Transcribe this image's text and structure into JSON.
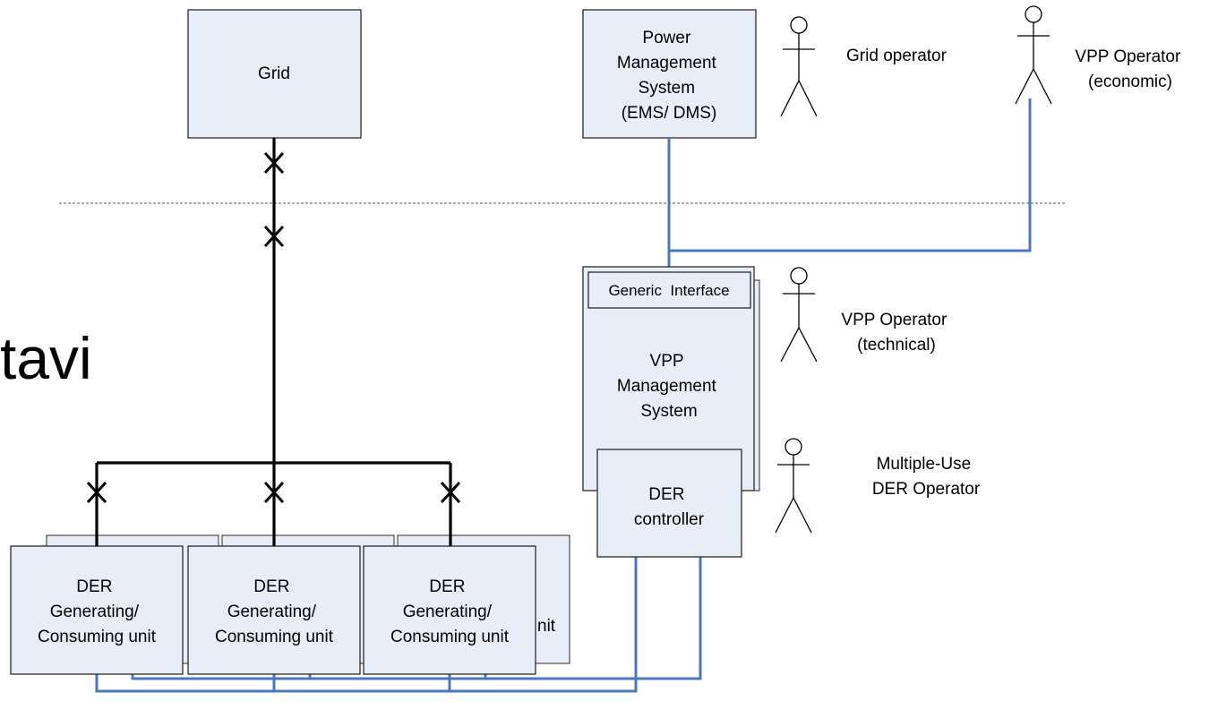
{
  "boxes": {
    "grid": {
      "lines": [
        "Grid"
      ]
    },
    "pms": {
      "lines": [
        "Power",
        "Management",
        "System",
        "(EMS/ DMS)"
      ]
    },
    "generic_interface": {
      "lines": [
        "Generic  Interface"
      ]
    },
    "vpp_mgmt": {
      "lines": [
        "VPP",
        "Management",
        "System"
      ]
    },
    "der_controller": {
      "lines": [
        "DER",
        "controller"
      ]
    },
    "der_unit_1": {
      "lines": [
        "DER",
        "Generating/",
        "Consuming unit"
      ]
    },
    "der_unit_2": {
      "lines": [
        "DER",
        "Generating/",
        "Consuming unit"
      ]
    },
    "der_unit_3": {
      "lines": [
        "DER",
        "Generating/",
        "Consuming unit"
      ]
    },
    "back_box_3_peek": {
      "lines": [
        "nit"
      ]
    }
  },
  "actors": {
    "grid_operator": {
      "lines": [
        "Grid operator"
      ]
    },
    "vpp_economic": {
      "lines": [
        "VPP Operator",
        "(economic)"
      ]
    },
    "vpp_technical": {
      "lines": [
        "VPP Operator",
        "(technical)"
      ]
    },
    "der_operator": {
      "lines": [
        "Multiple-Use",
        "DER Operator"
      ]
    }
  },
  "fragment_text": "tavi",
  "colors": {
    "box_fill": "#e8eef7",
    "box_stroke": "#2b2b2b",
    "blue_line": "#4a78bd",
    "power_line": "#000000",
    "divider": "#777777"
  }
}
